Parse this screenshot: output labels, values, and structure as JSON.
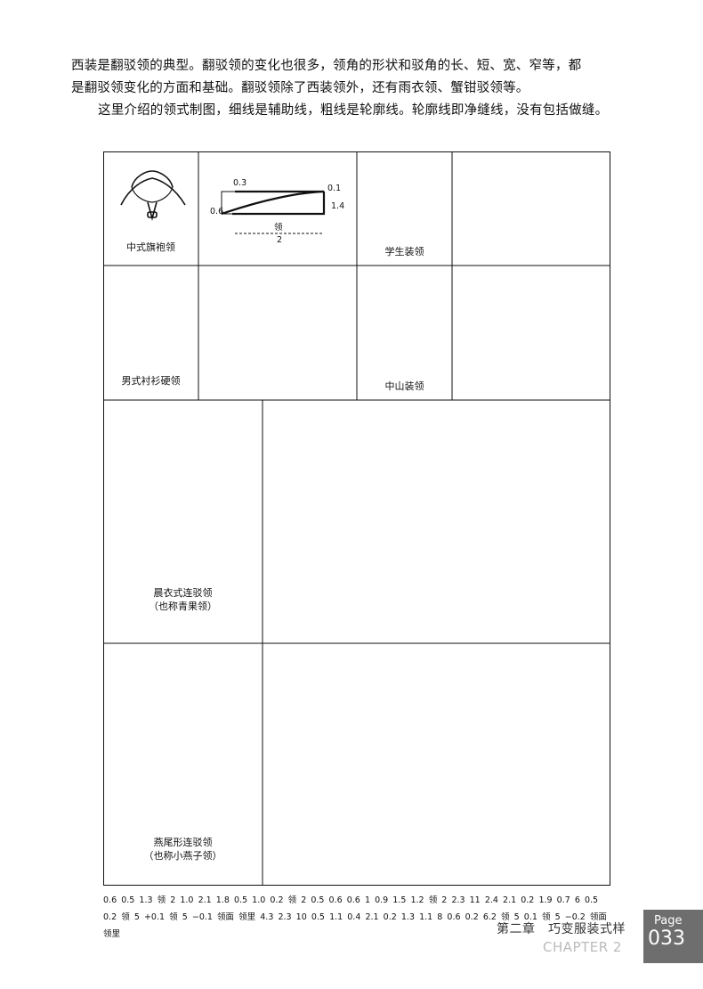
{
  "intro": {
    "line1": "西装是翻驳领的典型。翻驳领的变化也很多，领角的形状和驳角的长、短、宽、窄等，都",
    "line2": "是翻驳领变化的方面和基础。翻驳领除了西装领外，还有雨衣领、蟹钳驳领等。",
    "line3": "这里介绍的领式制图，细线是辅助线，粗线是轮廓线。轮廓线即净缝线，没有包括做缝。"
  },
  "collars": {
    "mandarin": {
      "name": "中式旗袍领",
      "dims": [
        "0.3",
        "0.1",
        "1.4",
        "0.6"
      ],
      "half": {
        "num": "领",
        "den": "2"
      }
    },
    "student": {
      "name": "学生装领",
      "dims": [
        "0.6",
        "0.5",
        "1.3"
      ],
      "half": {
        "num": "领",
        "den": "2"
      }
    },
    "shirt": {
      "name": "男式衬衫硬领",
      "dims": [
        "1.0",
        "2.1",
        "1.8",
        "0.5",
        "1.0",
        "0.2"
      ],
      "half": {
        "num": "领",
        "den": "2"
      }
    },
    "zhongshan": {
      "name": "中山装领",
      "dims": [
        "0.5",
        "0.6",
        "0.6",
        "1",
        "0.9",
        "1.5",
        "1.2"
      ],
      "half": {
        "num": "领",
        "den": "2"
      }
    },
    "shawl": {
      "name": "晨衣式连驳领",
      "alias": "（也称青果领）",
      "dims": [
        "2.3",
        "11",
        "2.4",
        "2.1",
        "0.2",
        "1.9",
        "0.7",
        "6",
        "0.5",
        "0.2"
      ],
      "frac1": {
        "num": "领",
        "den": "5",
        "suffix": "+0.1"
      },
      "frac2": {
        "num": "领",
        "den": "5",
        "suffix": "−0.1"
      },
      "face": "领面",
      "lining": "领里"
    },
    "swallowtail": {
      "name": "燕尾形连驳领",
      "alias": "（也称小燕子领）",
      "dims": [
        "4.3",
        "2.3",
        "10",
        "0.5",
        "1.1",
        "0.4",
        "2.1",
        "0.2",
        "1.3",
        "1.1",
        "8",
        "0.6",
        "0.2",
        "6.2"
      ],
      "frac1": {
        "num": "领",
        "den": "5",
        "suffix": "0.1"
      },
      "frac2": {
        "num": "领",
        "den": "5",
        "suffix": "−0.2"
      },
      "face": "领面",
      "lining": "领里"
    }
  },
  "footer": {
    "chapter": "第二章　巧变服装式样",
    "chapter_en": "CHAPTER 2",
    "page_label": "Page",
    "page_num": "033"
  }
}
